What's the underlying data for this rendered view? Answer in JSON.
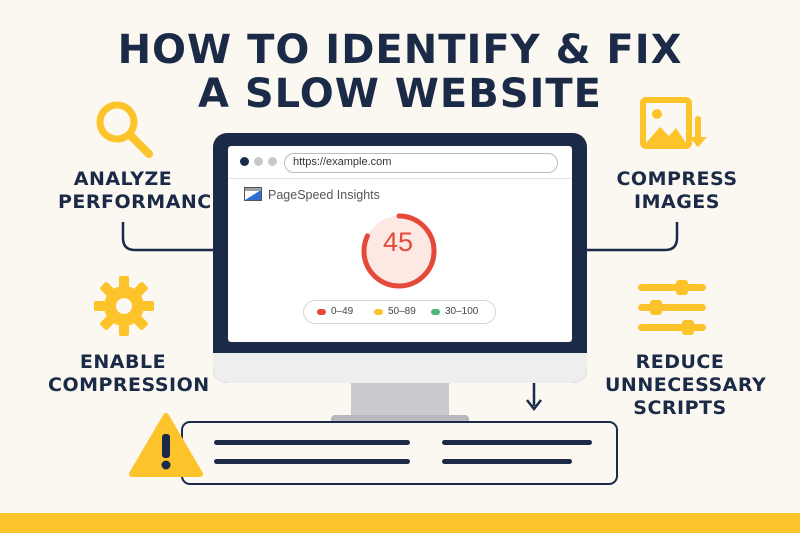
{
  "title": {
    "line1": "HOW TO IDENTIFY & FIX",
    "line2": "A SLOW WEBSITE"
  },
  "steps": {
    "analyze": {
      "line1": "ANALYZE",
      "line2": "PERFORMANCE",
      "icon": "magnifier-icon"
    },
    "compress": {
      "line1": "COMPRESS",
      "line2": "IMAGES",
      "icon": "image-icon"
    },
    "enable": {
      "line1": "ENABLE",
      "line2": "COMPRESSION",
      "icon": "gear-icon"
    },
    "reduce": {
      "line1": "REDUCE",
      "line2": "UNNECESSARY",
      "line3": "SCRIPTS",
      "icon": "sliders-icon"
    }
  },
  "browser": {
    "url": "https://example.com",
    "tool_name": "PageSpeed Insights",
    "score": "45",
    "score_fraction": 0.45,
    "legend": [
      {
        "range": "0–49",
        "color": "#e5493a"
      },
      {
        "range": "50–89",
        "color": "#fcc42a"
      },
      {
        "range": "30–100",
        "color": "#4cb877"
      }
    ]
  },
  "colors": {
    "navy": "#1b2a47",
    "accent_yellow": "#fcc42a",
    "score_red": "#e5493a",
    "background": "#fbf8f2"
  },
  "warning": {
    "icon": "warning-icon"
  }
}
